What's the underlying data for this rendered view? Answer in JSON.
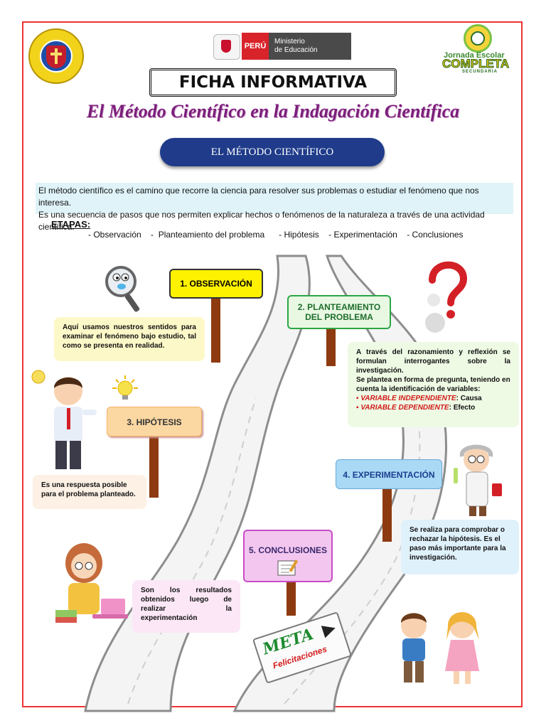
{
  "header": {
    "ministry_peru": "PERÚ",
    "ministry_name_line1": "Ministerio",
    "ministry_name_line2": "de Educación",
    "jornada_line1": "Jornada Escolar",
    "jornada_line2": "COMPLETA",
    "jornada_line3": "SECUNDARIA"
  },
  "title": "FICHA INFORMATIVA",
  "subtitle": "El Método Científico en la Indagación Científica",
  "section_title": "EL MÉTODO CIENTÍFICO",
  "intro": {
    "line1": "El método científico es el camino que recorre la ciencia para resolver sus problemas o estudiar el fenómeno que nos interesa.",
    "line2": "Es una secuencia de pasos que nos permiten explicar hechos o fenómenos de la naturaleza a través de una actividad científica."
  },
  "etapas": {
    "label": "ETAPAS:",
    "items": "- Observación    -  Planteamiento del problema      - Hipótesis    - Experimentación    - Conclusiones"
  },
  "steps": {
    "observacion": {
      "sign": "1.  OBSERVACIÓN",
      "text": "Aquí usamos nuestros sentidos para examinar el fenómeno bajo estudio, tal como se presenta en realidad."
    },
    "planteamiento": {
      "sign_line1": "2.  PLANTEAMIENTO",
      "sign_line2": "DEL PROBLEMA",
      "text1": "A través del razonamiento y reflexión se formulan interrogantes sobre la investigación.",
      "text2": "Se plantea en forma de pregunta, teniendo en cuenta la identificación de variables:",
      "var1_label": "VARIABLE INDEPENDIENTE",
      "var1_value": ": Causa",
      "var2_label": "VARIABLE DEPENDIENTE",
      "var2_value": ": Efecto"
    },
    "hipotesis": {
      "sign": "3.  HIPÓTESIS",
      "text": "Es una respuesta posible para el problema planteado."
    },
    "experimentacion": {
      "sign": "4. EXPERIMENTACIÓN",
      "text": "Se realiza para comprobar o rechazar la hipótesis. Es el paso más importante para la investigación."
    },
    "conclusiones": {
      "sign": "5. CONCLUSIONES",
      "text": "Son los resultados obtenidos luego de realizar la experimentación"
    }
  },
  "finish": {
    "meta": "META",
    "felicitaciones": "Felicitaciones"
  },
  "colors": {
    "border": "#ee3333",
    "title_purple": "#7b1e7a",
    "pill_blue": "#1f3b8a",
    "intro_bg": "#dff3f8",
    "sign_yellow": "#fff200",
    "sign_green_border": "#2aa745",
    "sign_orange": "#fbd7a2",
    "sign_blue": "#a9d9f5",
    "sign_pink": "#f3c6f0"
  }
}
